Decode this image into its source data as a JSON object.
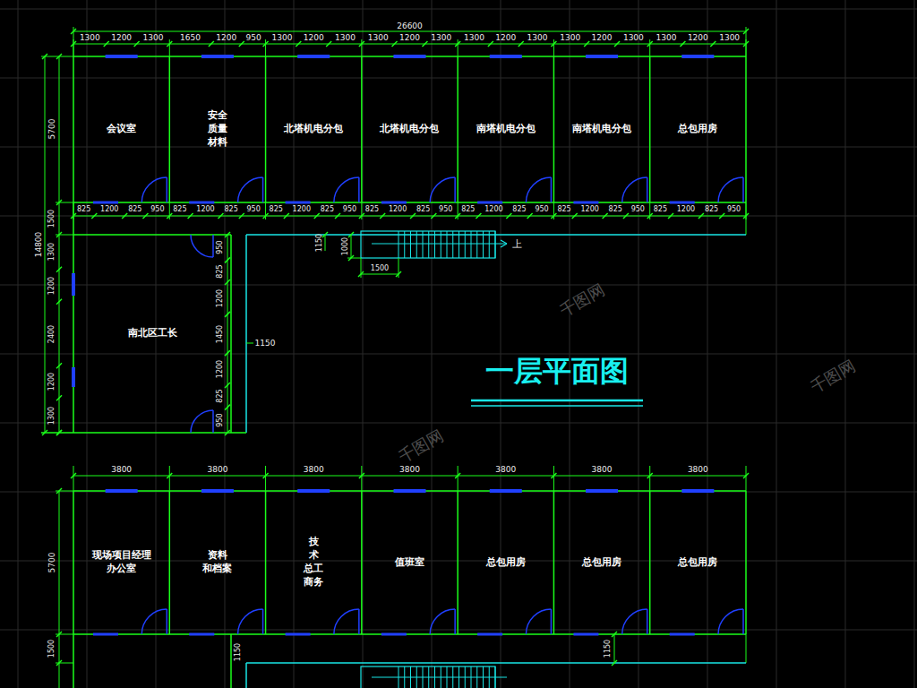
{
  "diagram": {
    "title": "一层平面图",
    "nodes": [
      {
        "text": [
          "会议室"
        ]
      },
      {
        "text": [
          "安全 质量 材料"
        ]
      },
      {
        "text": [
          "北塔机电分包"
        ]
      },
      {
        "text": [
          "北塔机电分包"
        ]
      },
      {
        "text": [
          "南塔机电分包"
        ]
      },
      {
        "text": [
          "南塔机电分包"
        ]
      },
      {
        "text": [
          "总包用房"
        ]
      },
      {
        "text": [
          "南北区工长"
        ]
      },
      {
        "text": [
          "现场项目经理 办公室"
        ]
      },
      {
        "text": [
          "资料 和档案"
        ]
      },
      {
        "text": [
          "技 术 总工 商务"
        ]
      },
      {
        "text": [
          "值班室"
        ]
      },
      {
        "text": [
          "总包用房"
        ]
      },
      {
        "text": [
          "总包用房"
        ]
      },
      {
        "text": [
          "总包用房"
        ]
      }
    ],
    "labels": [
      "26600",
      "1300",
      "1200",
      "1300",
      "1650",
      "1200",
      "950",
      "1300",
      "1200",
      "1300",
      "1300",
      "1200",
      "1300",
      "1300",
      "1200",
      "1300",
      "1300",
      "1200",
      "1300",
      "1300",
      "1200",
      "1300",
      "825",
      "1200",
      "825",
      "950",
      "825",
      "1200",
      "825",
      "950",
      "825",
      "1200",
      "825",
      "950",
      "825",
      "1200",
      "825",
      "950",
      "825",
      "1200",
      "825",
      "950",
      "825",
      "1200",
      "825",
      "950",
      "825",
      "1200",
      "825",
      "950",
      "5700",
      "1500",
      "14800",
      "1300",
      "1200",
      "2400",
      "1200",
      "1300",
      "950",
      "825",
      "1200",
      "1450",
      "1200",
      "825",
      "950",
      "1150",
      "1150",
      "1000",
      "1500",
      "上",
      "3800",
      "3800",
      "3800",
      "3800",
      "3800",
      "3800",
      "3800",
      "5700",
      "1500",
      "1150",
      "1150",
      "千图网",
      "千图网",
      "千图网"
    ]
  }
}
